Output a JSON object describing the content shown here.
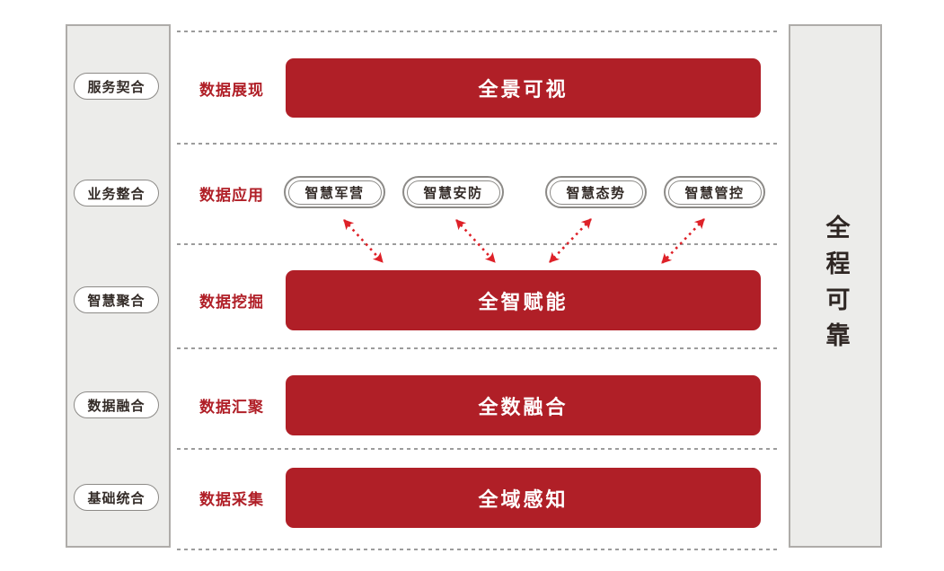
{
  "diagram": {
    "left_panel": {
      "items": [
        "服务契合",
        "业务整合",
        "智慧聚合",
        "数据融合",
        "基础统合"
      ]
    },
    "right_panel": {
      "label": "全程可靠"
    },
    "rows": [
      {
        "category": "数据展现",
        "bar": "全景可视"
      },
      {
        "category": "数据应用",
        "apps": [
          "智慧军营",
          "智慧安防",
          "智慧态势",
          "智慧管控"
        ]
      },
      {
        "category": "数据挖掘",
        "bar": "全智赋能"
      },
      {
        "category": "数据汇聚",
        "bar": "全数融合"
      },
      {
        "category": "数据采集",
        "bar": "全域感知"
      }
    ],
    "colors": {
      "bar_red": "#B01F27",
      "arrow_red": "#DE2128",
      "category_red": "#B01F27",
      "panel_bg": "#ECECEA",
      "panel_border": "#AEACA9",
      "pill_border": "#8C8A87",
      "dotted_gray": "#9C9C9C",
      "text_dark": "#332B27"
    }
  }
}
